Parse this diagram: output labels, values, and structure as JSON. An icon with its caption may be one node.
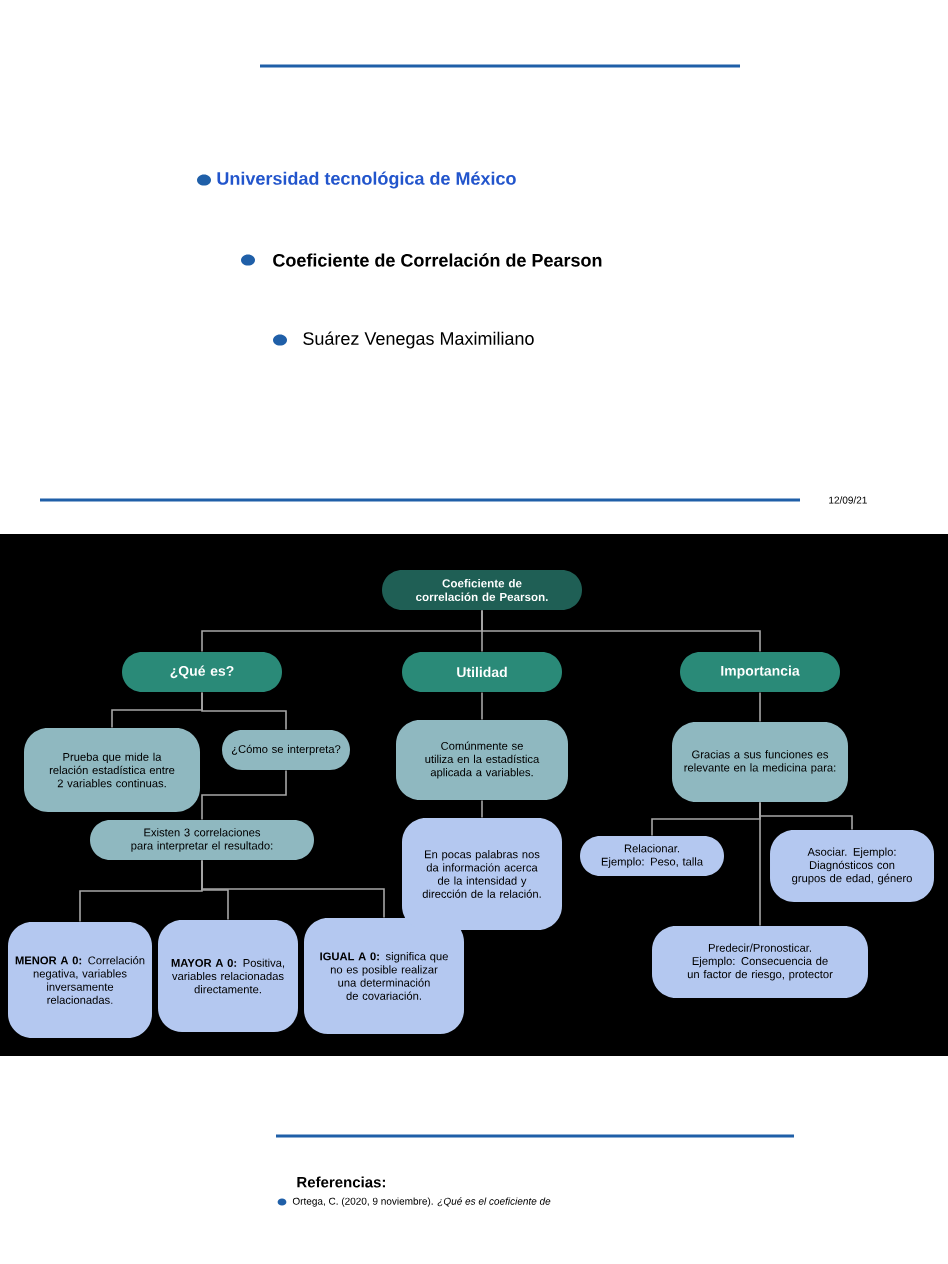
{
  "diagram": {
    "nodes": [
      {
        "text": [
          "Coeficiente de correlación de Pearson."
        ]
      },
      {
        "text": [
          "¿Qué es?"
        ]
      },
      {
        "text": [
          "Utilidad"
        ]
      },
      {
        "text": [
          "Importancia"
        ]
      },
      {
        "text": [
          "Prueba que mide la relación estadística entre 2 variables continuas."
        ]
      },
      {
        "text": [
          "¿Cómo se interpreta?"
        ]
      },
      {
        "text": [
          "Existen 3 correlaciones para interpretar el resultado:"
        ]
      },
      {
        "text": [
          "**MENOR A 0:** Correlación negativa, variables inversamente relacionadas."
        ]
      },
      {
        "text": [
          "**MAYOR A 0:** Positiva, variables relacionadas directamente."
        ]
      },
      {
        "text": [
          "**IGUAL A 0:** significa que no es posible realizar una determinación de covariación."
        ]
      },
      {
        "text": [
          "Comúnmente se utiliza en la estadística aplicada a variables."
        ]
      },
      {
        "text": [
          "En pocas palabras nos da información acerca de la intensidad y dirección de la relación."
        ]
      },
      {
        "text": [
          "Gracias a sus funciones es relevante en la medicina para:"
        ]
      },
      {
        "text": [
          "Relacionar. Ejemplo: Peso, talla"
        ]
      },
      {
        "text": [
          "Asociar. Ejemplo: Diagnósticos con grupos de edad, género"
        ]
      },
      {
        "text": [
          "Predecir/Pronosticar. Ejemplo: Consecuencia de un factor de riesgo, protector"
        ]
      }
    ],
    "edges": [
      {
        "from": 0,
        "to": 1,
        "arrow": "none"
      },
      {
        "from": 0,
        "to": 2,
        "arrow": "none"
      },
      {
        "from": 0,
        "to": 3,
        "arrow": "none"
      },
      {
        "from": 1,
        "to": 4,
        "arrow": "none"
      },
      {
        "from": 1,
        "to": 5,
        "arrow": "none"
      },
      {
        "from": 5,
        "to": 6,
        "arrow": "none"
      },
      {
        "from": 6,
        "to": 7,
        "arrow": "none"
      },
      {
        "from": 6,
        "to": 8,
        "arrow": "none"
      },
      {
        "from": 6,
        "to": 9,
        "arrow": "none"
      },
      {
        "from": 2,
        "to": 10,
        "arrow": "none"
      },
      {
        "from": 10,
        "to": 11,
        "arrow": "none"
      },
      {
        "from": 3,
        "to": 12,
        "arrow": "none"
      },
      {
        "from": 12,
        "to": 13,
        "arrow": "none"
      },
      {
        "from": 12,
        "to": 14,
        "arrow": "none"
      },
      {
        "from": 12,
        "to": 15,
        "arrow": "none"
      }
    ],
    "labels": [
      "Universidad tecnológica de México",
      "Coeficiente de Correlación de Pearson",
      "Suárez Venegas Maximiliano",
      "12/09/21",
      "Referencias:",
      "Ortega, C. (2020, 9 noviembre). *¿Qué es el coeficiente de*"
    ]
  }
}
